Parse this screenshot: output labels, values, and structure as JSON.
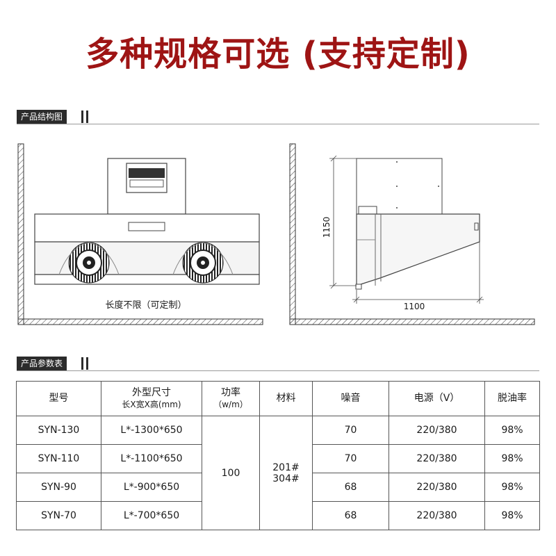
{
  "title": "多种规格可选 (支持定制)",
  "sections": {
    "structure": "产品结构图",
    "params": "产品参数表"
  },
  "diagram": {
    "length_note": "长度不限（可定制）",
    "height_dim": "1150",
    "depth_dim": "1100"
  },
  "table": {
    "headers": {
      "model": "型号",
      "size": "外型尺寸",
      "size_sub": "长X宽X高(mm)",
      "power": "功率",
      "power_sub": "（w/m）",
      "material": "材料",
      "noise": "噪音",
      "voltage": "电源（V）",
      "oil": "脱油率"
    },
    "merged": {
      "power": "100",
      "material_1": "201#",
      "material_2": "304#"
    },
    "rows": [
      {
        "model": "SYN-130",
        "size": "L*-1300*650",
        "noise": "70",
        "voltage": "220/380",
        "oil": "98%"
      },
      {
        "model": "SYN-110",
        "size": "L*-1100*650",
        "noise": "70",
        "voltage": "220/380",
        "oil": "98%"
      },
      {
        "model": "SYN-90",
        "size": "L*-900*650",
        "noise": "68",
        "voltage": "220/380",
        "oil": "98%"
      },
      {
        "model": "SYN-70",
        "size": "L*-700*650",
        "noise": "68",
        "voltage": "220/380",
        "oil": "98%"
      }
    ]
  }
}
